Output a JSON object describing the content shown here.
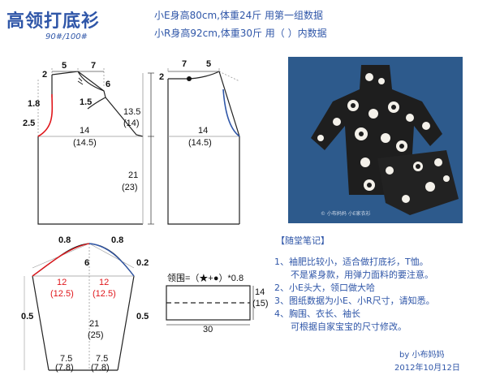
{
  "header": {
    "title": "高领打底衫",
    "size": "90#/100#",
    "note_small": "小E身高80cm,体重24斤 用第一组数据",
    "note_large": "小R身高92cm,体重30斤 用（ ）内数据"
  },
  "front": {
    "shoulder_left": "5",
    "shoulder_right": "7",
    "neck_depth": "2",
    "shoulder_drop": "6",
    "neck_curve": "1.5",
    "armhole_inset": "1.8",
    "side_inset": "2.5",
    "width": "14",
    "width_alt": "(14.5)",
    "length": "13.5",
    "length_alt": "(14)",
    "body": "21",
    "body_alt": "(23)"
  },
  "back": {
    "neck_left": "2",
    "neck_width": "7",
    "neck_depth": "5",
    "width": "14",
    "width_alt": "(14.5)"
  },
  "sleeve": {
    "cap_left": "0.8",
    "cap_right": "0.8",
    "cap_height": "6",
    "cap_offset": "0.2",
    "half_width_left": "12",
    "half_width_left_alt": "(12.5)",
    "half_width_right": "12",
    "half_width_right_alt": "(12.5)",
    "length": "21",
    "length_alt": "(25)",
    "side_left": "0.5",
    "side_right": "0.5",
    "cuff_left": "7.5",
    "cuff_left_alt": "(7.8)",
    "cuff_right": "7.5",
    "cuff_right_alt": "(7.8)"
  },
  "collar": {
    "formula": "领围=（★+●）*0.8",
    "height": "14",
    "height_alt": "(15)",
    "width": "30"
  },
  "photo": {
    "caption": "© 小布妈妈 小E家衣衫"
  },
  "notes": {
    "title": "【随堂笔记】",
    "items": [
      "1、袖肥比较小，适合做打底衫，T恤。",
      "不是紧身款，用弹力面料的要注意。",
      "2、小E头大，领口做大哈",
      "3、图纸数据为小E、小R尺寸，请知悉。",
      "4、胸围、衣长、袖长",
      "可根据自家宝宝的尺寸修改。"
    ],
    "author": "by 小布妈妈",
    "date": "2012年10月12日"
  },
  "colors": {
    "title_blue": "#2f56a8",
    "red_curve": "#e0161b",
    "blue_curve": "#2f56a8",
    "photo_bg": "#2d5a8c"
  }
}
